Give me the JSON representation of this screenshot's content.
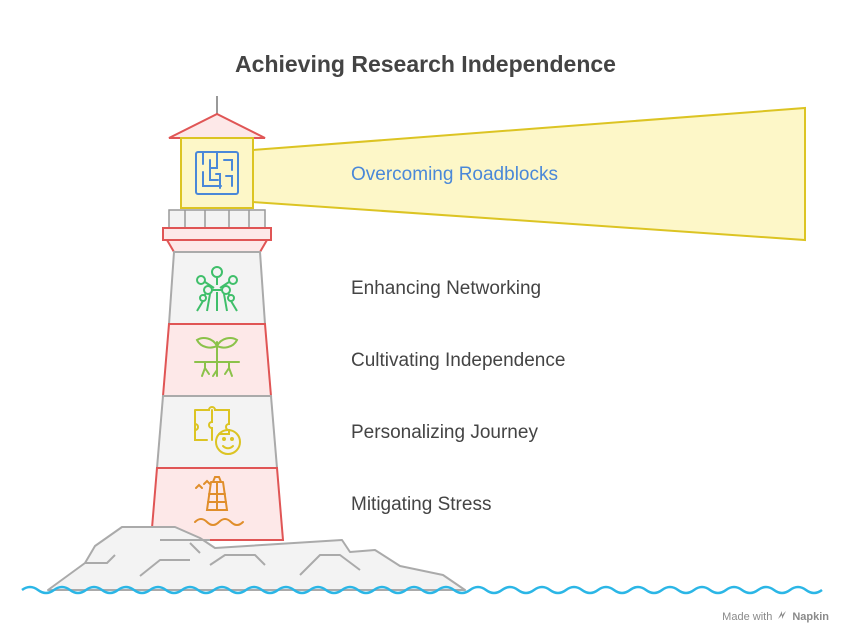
{
  "title": "Achieving Research Independence",
  "layers": [
    {
      "label": "Overcoming Roadblocks",
      "icon": "maze-icon",
      "highlight": true
    },
    {
      "label": "Enhancing Networking",
      "icon": "network-atom-icon",
      "highlight": false
    },
    {
      "label": "Cultivating Independence",
      "icon": "sprout-icon",
      "highlight": false
    },
    {
      "label": "Personalizing Journey",
      "icon": "puzzle-face-icon",
      "highlight": false
    },
    {
      "label": "Mitigating Stress",
      "icon": "lighthouse-icon",
      "highlight": false
    }
  ],
  "watermark": {
    "prefix": "Made with",
    "brand": "Napkin"
  },
  "colors": {
    "beam_fill": "#fdf7c8",
    "beam_stroke": "#dcc423",
    "red_stroke": "#e05555",
    "red_fill": "#fde8e8",
    "gray_stroke": "#aaaaaa",
    "gray_fill": "#f3f3f3",
    "water": "#2bb6e6",
    "label_highlight": "#4a88d8",
    "label": "#444444"
  }
}
